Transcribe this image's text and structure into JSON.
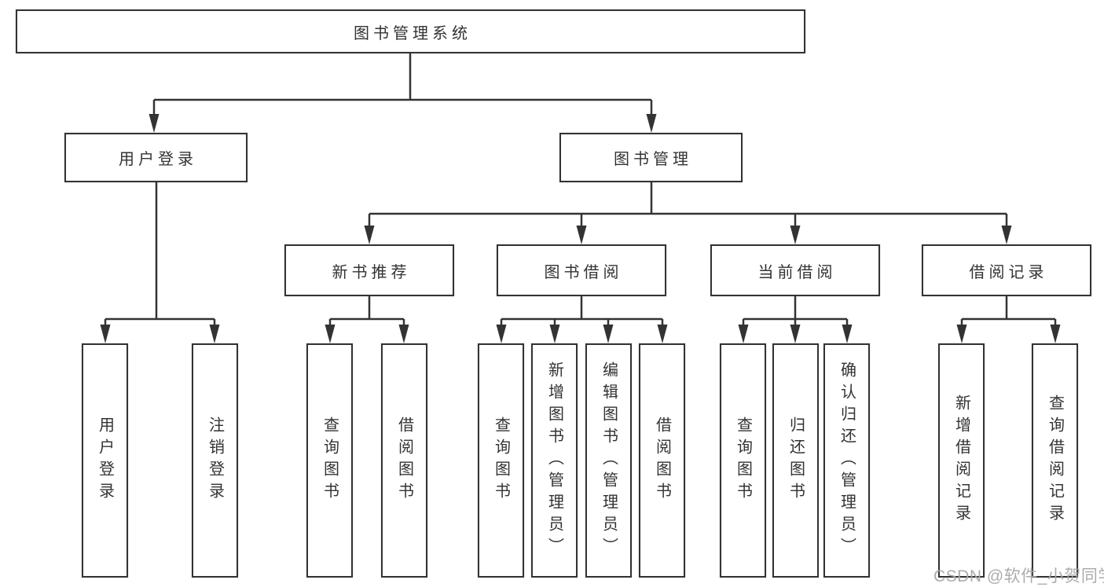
{
  "diagram_title": "图书管理系统",
  "tree": {
    "label": "图书管理系统",
    "children": [
      {
        "label": "用户登录",
        "children": [
          {
            "label": "用户登录"
          },
          {
            "label": "注销登录"
          }
        ]
      },
      {
        "label": "图书管理",
        "children": [
          {
            "label": "新书推荐",
            "children": [
              {
                "label": "查询图书"
              },
              {
                "label": "借阅图书"
              }
            ]
          },
          {
            "label": "图书借阅",
            "children": [
              {
                "label": "查询图书"
              },
              {
                "label": "新增图书（管理员）"
              },
              {
                "label": "编辑图书（管理员）"
              },
              {
                "label": "借阅图书"
              }
            ]
          },
          {
            "label": "当前借阅",
            "children": [
              {
                "label": "查询图书"
              },
              {
                "label": "归还图书"
              },
              {
                "label": "确认归还（管理员）"
              }
            ]
          },
          {
            "label": "借阅记录",
            "children": [
              {
                "label": "新增借阅记录"
              },
              {
                "label": "查询借阅记录"
              }
            ]
          }
        ]
      }
    ]
  },
  "watermark": {
    "text": "CSDN @软件_小贺同学"
  },
  "colors": {
    "line": "#333333",
    "text": "#333333",
    "background": "#ffffff",
    "watermark": "#a8a8a8"
  }
}
